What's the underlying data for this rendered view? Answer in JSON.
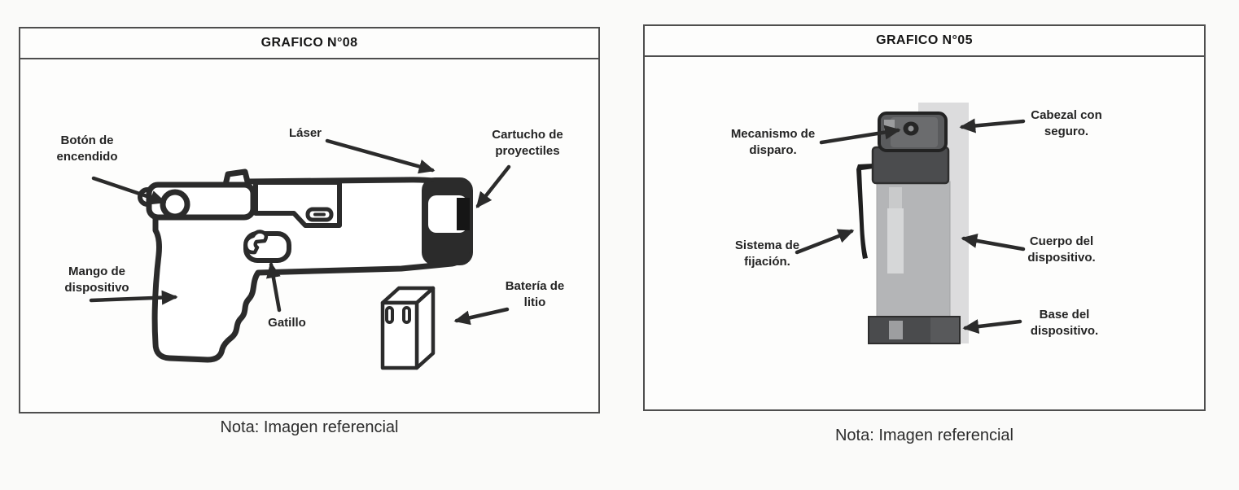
{
  "figures": {
    "left": {
      "title": "GRAFICO N°08",
      "caption": "Nota: Imagen referencial",
      "labels": {
        "boton": "Botón de\nencendido",
        "laser": "Láser",
        "cartucho": "Cartucho de\nproyectiles",
        "mango": "Mango de\ndispositivo",
        "gatillo": "Gatillo",
        "bateria": "Batería de\nlitio"
      }
    },
    "right": {
      "title": "GRAFICO N°05",
      "caption": "Nota: Imagen referencial",
      "labels": {
        "mecanismo": "Mecanismo de\ndisparo.",
        "cabezal": "Cabezal con\nseguro.",
        "sistema": "Sistema de\nfijación.",
        "cuerpo": "Cuerpo del\ndispositivo.",
        "base": "Base del\ndispositivo."
      }
    }
  },
  "colors": {
    "line_ink": "#2b2b2b",
    "panel_border": "#4e4e4e",
    "device_body_gray": "#b4b5b7",
    "device_dark_gray": "#4a4b4d",
    "backdrop_gray": "#dcdcdd"
  }
}
